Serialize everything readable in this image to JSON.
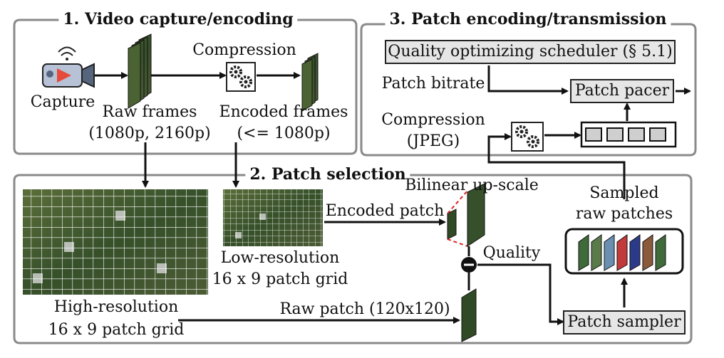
{
  "panels": {
    "video_capture": {
      "title": "1. Video capture/encoding",
      "capture_label": "Capture",
      "compression_label": "Compression",
      "raw_frames_label": "Raw frames",
      "raw_frames_res": "(1080p, 2160p)",
      "encoded_frames_label": "Encoded frames",
      "encoded_frames_res": "(<= 1080p)"
    },
    "patch_encoding": {
      "title": "3. Patch encoding/transmission",
      "scheduler_label": "Quality optimizing scheduler (§ 5.1)",
      "patch_bitrate_label": "Patch bitrate",
      "patch_pacer_label": "Patch pacer",
      "compression_label": "Compression",
      "compression_format": "(JPEG)"
    },
    "patch_selection": {
      "title": "2. Patch selection",
      "high_res_label": "High-resolution",
      "high_res_grid": "16 x 9 patch grid",
      "low_res_label": "Low-resolution",
      "low_res_grid": "16 x 9 patch grid",
      "bilinear_label": "Bilinear up-scale",
      "encoded_patch_label": "Encoded patch",
      "raw_patch_label": "Raw patch (120x120)",
      "quality_label": "Quality",
      "sampled_label_1": "Sampled",
      "sampled_label_2": "raw patches",
      "patch_sampler_label": "Patch sampler"
    }
  },
  "colors": {
    "box_fill": "#e6e6e6",
    "frame_overlay": "#ff2020",
    "game_green": "#3e5a2a"
  }
}
